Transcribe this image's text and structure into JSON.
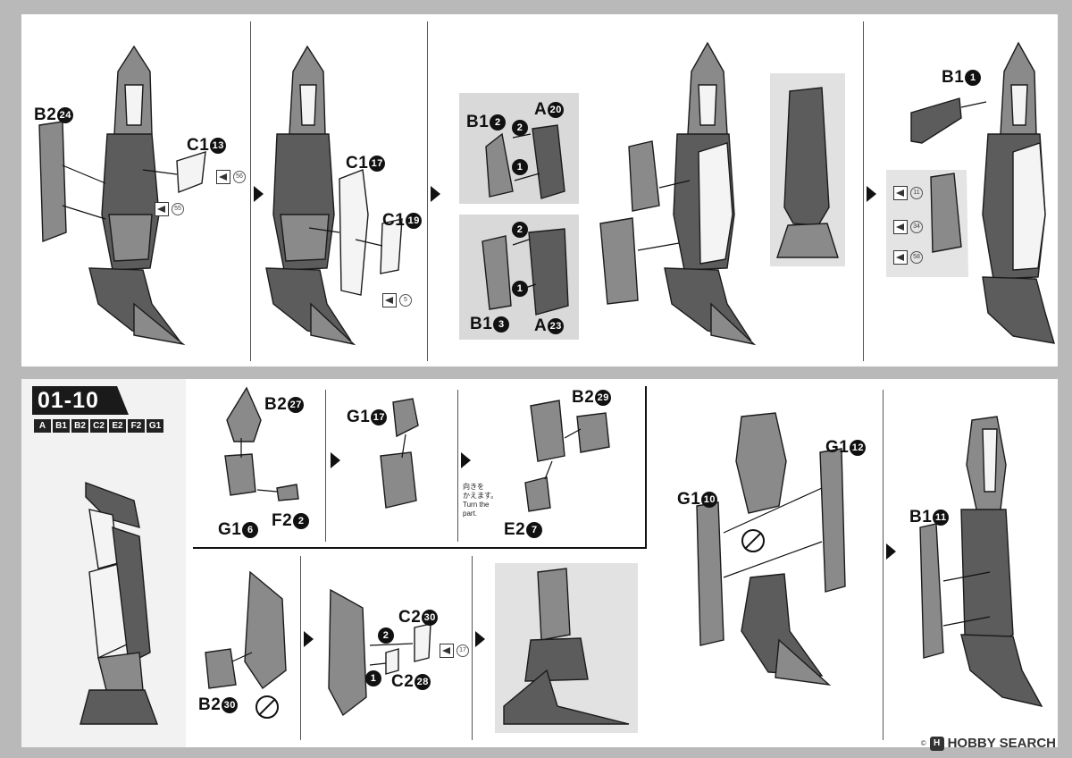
{
  "top_steps": {
    "step1": {
      "labels": [
        {
          "code": "B2",
          "num": "24"
        },
        {
          "code": "C1",
          "num": "13"
        }
      ],
      "tags": [
        "56",
        "55"
      ]
    },
    "step2": {
      "labels": [
        {
          "code": "C1",
          "num": "17"
        },
        {
          "code": "C1",
          "num": "19"
        }
      ],
      "tags": [
        "5"
      ]
    },
    "step3": {
      "labels": [
        {
          "code": "B1",
          "num": "2"
        },
        {
          "code": "A",
          "num": "20"
        },
        {
          "code": "B1",
          "num": "3"
        },
        {
          "code": "A",
          "num": "23"
        }
      ],
      "order": [
        "2",
        "1",
        "2",
        "1"
      ]
    },
    "step4": {
      "labels": [
        {
          "code": "B1",
          "num": "1"
        }
      ],
      "tags": [
        "11",
        "34",
        "58"
      ]
    }
  },
  "bottom": {
    "step_number": "01-10",
    "runners": [
      "A",
      "B1",
      "B2",
      "C2",
      "E2",
      "F2",
      "G1"
    ],
    "sub1": {
      "labels": [
        {
          "code": "B2",
          "num": "27"
        },
        {
          "code": "G1",
          "num": "6"
        },
        {
          "code": "F2",
          "num": "2"
        }
      ]
    },
    "sub2": {
      "labels": [
        {
          "code": "G1",
          "num": "17"
        }
      ]
    },
    "sub3": {
      "labels": [
        {
          "code": "B2",
          "num": "29"
        },
        {
          "code": "E2",
          "num": "7"
        }
      ],
      "note_jp": "向きを\nかえます。",
      "note_en": "Turn the\npart."
    },
    "sub4": {
      "labels": [
        {
          "code": "B2",
          "num": "30"
        }
      ]
    },
    "sub5": {
      "labels": [
        {
          "code": "C2",
          "num": "30"
        },
        {
          "code": "C2",
          "num": "28"
        }
      ],
      "order": [
        "2",
        "1"
      ],
      "tags": [
        "17"
      ]
    },
    "right1": {
      "labels": [
        {
          "code": "G1",
          "num": "12"
        },
        {
          "code": "G1",
          "num": "10"
        }
      ]
    },
    "right2": {
      "labels": [
        {
          "code": "B1",
          "num": "11"
        }
      ]
    }
  },
  "watermark": {
    "text": "HOBBY SEARCH",
    "icon": "hobby-search-logo-icon",
    "copyright": "©"
  },
  "colors": {
    "page_bg": "#b9b9b9",
    "panel_bg": "#ffffff",
    "ink": "#111111",
    "part_dark": "#5c5c5c",
    "part_mid": "#8a8a8a"
  }
}
